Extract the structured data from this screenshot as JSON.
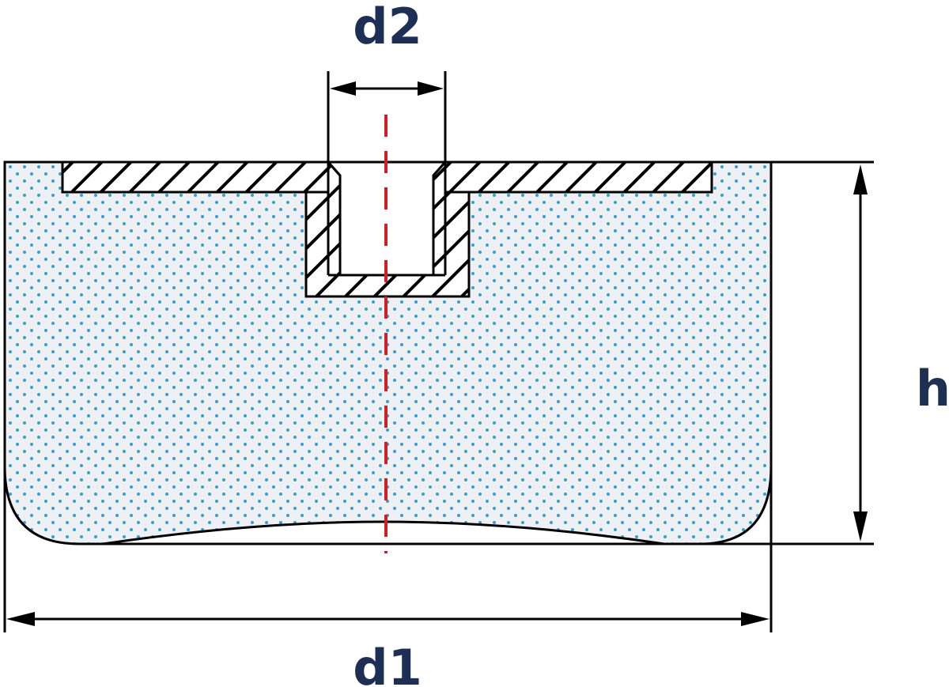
{
  "labels": {
    "d1": "d1",
    "d2": "d2",
    "h": "h"
  },
  "colors": {
    "label": "#1e2f56",
    "outline": "#000000",
    "body_fill": "#eef0f3",
    "dots": "#2aa3d6",
    "centerline": "#d21f26",
    "hatch": "#000000"
  }
}
